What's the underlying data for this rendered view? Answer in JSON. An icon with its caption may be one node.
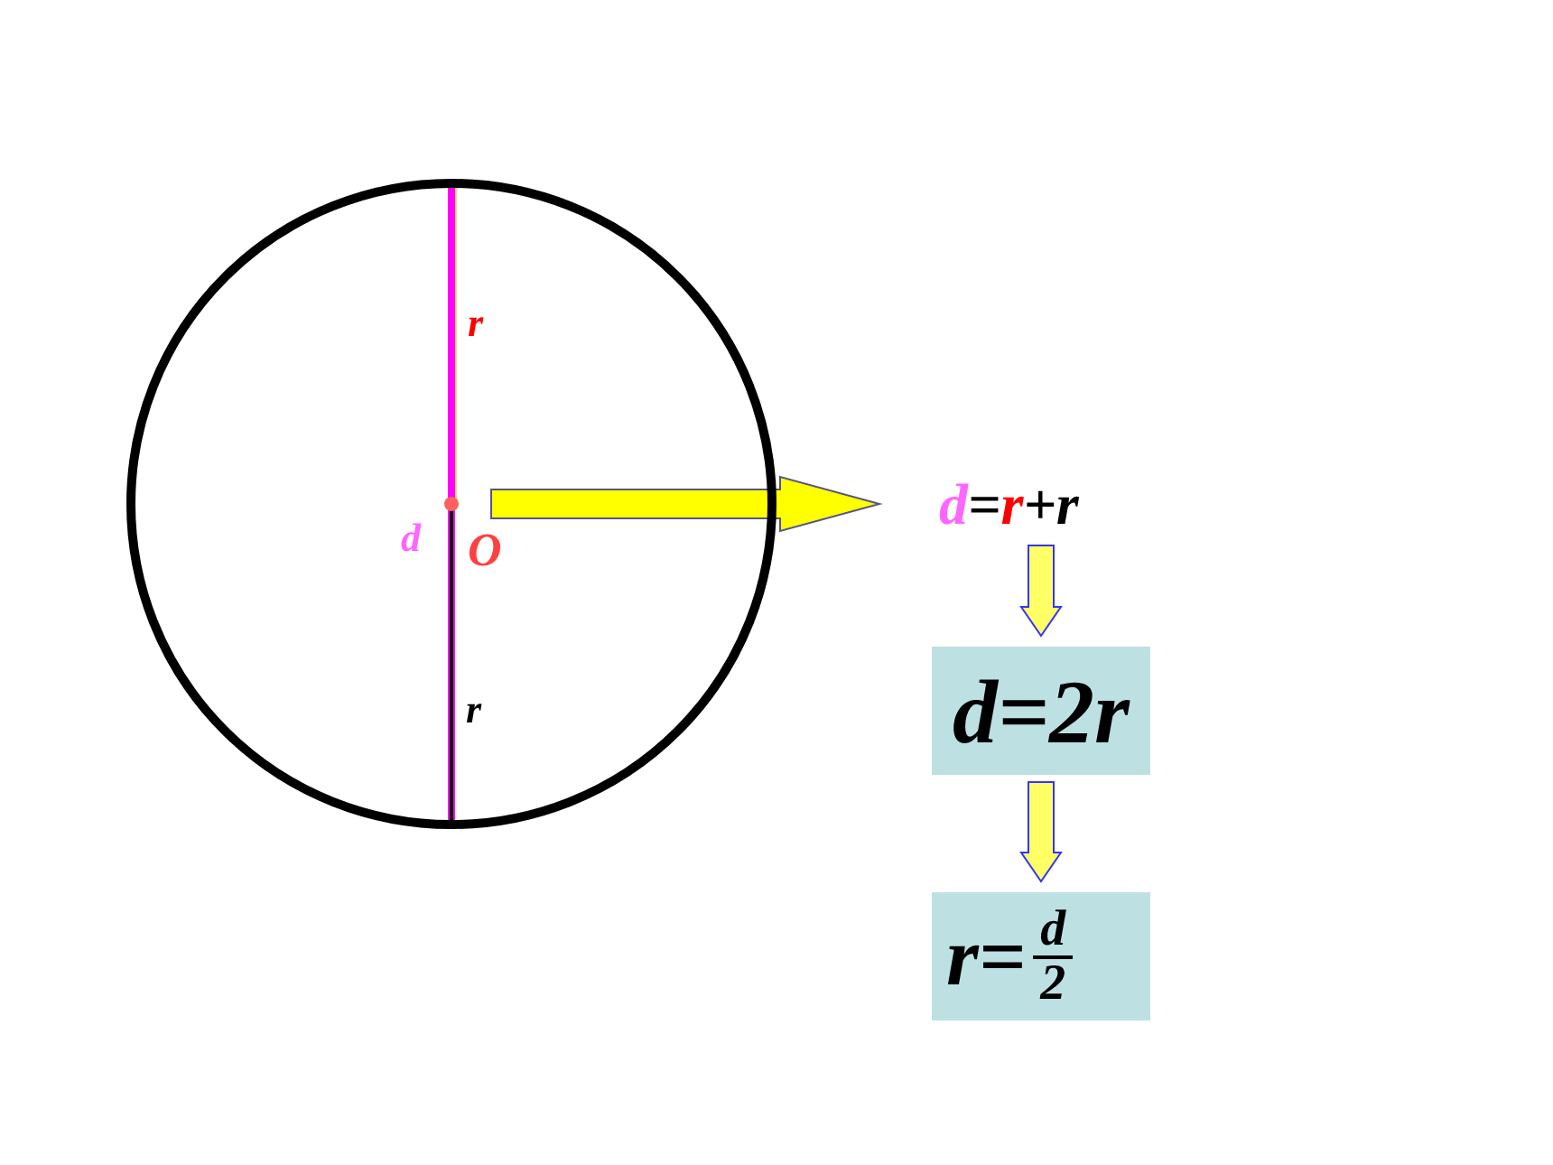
{
  "diagram": {
    "nodes": [
      {
        "text": [],
        "shape": "circle"
      },
      {
        "text": [
          "d=r+r"
        ]
      },
      {
        "text": [
          "d=2r"
        ]
      },
      {
        "text": [
          "r=",
          "d",
          "2"
        ]
      }
    ],
    "edges": [
      {
        "from": 0,
        "to": 1,
        "arrow": "to"
      },
      {
        "from": 1,
        "to": 2,
        "arrow": "to"
      },
      {
        "from": 2,
        "to": 3,
        "arrow": "to"
      }
    ],
    "labels": [
      "r",
      "d",
      "O",
      "r"
    ]
  }
}
